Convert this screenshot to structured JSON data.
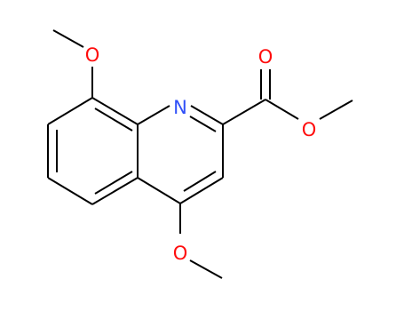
{
  "molecule": {
    "atoms": {
      "ring_nitrogen": "N",
      "methoxy_8_oxygen": "O",
      "carbonyl_oxygen": "O",
      "ester_oxygen": "O",
      "methoxy_4_oxygen": "O"
    },
    "colors": {
      "bond": "#000000",
      "oxygen": "#ff0d0d",
      "nitrogen": "#3050f8",
      "background": "#ffffff"
    }
  }
}
